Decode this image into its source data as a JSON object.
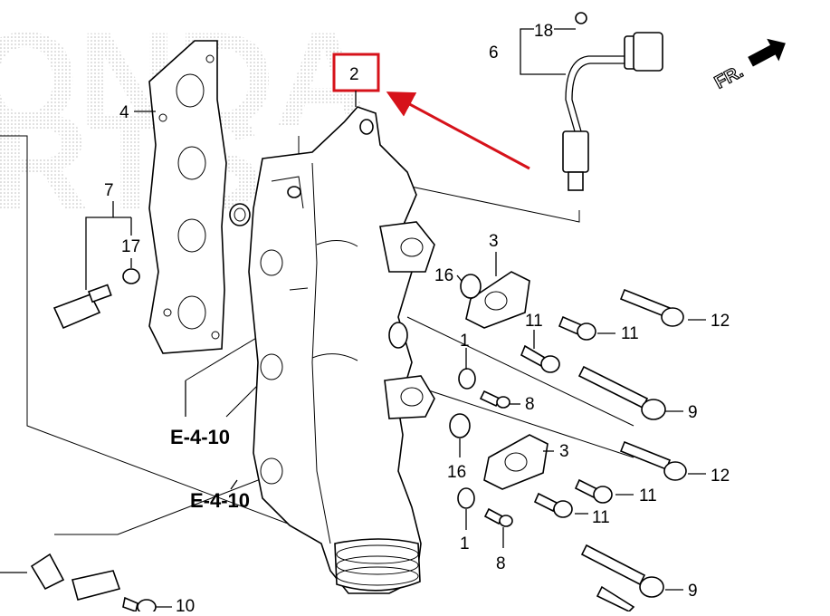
{
  "watermark": {
    "line1": "ONDA",
    "line2": "RTS"
  },
  "highlight_color": "#d6121a",
  "highlighted_part": "2",
  "direction_label": "FR.",
  "references": [
    "E-4-10",
    "E-4-10"
  ],
  "callouts": {
    "p18": "18",
    "p6": "6",
    "p4": "4",
    "p7": "7",
    "p17": "17",
    "p3a": "3",
    "p16a": "16",
    "p11a": "11",
    "p11b": "11",
    "p12a": "12",
    "p1a": "1",
    "p8a": "8",
    "p9a": "9",
    "p3b": "3",
    "p16b": "16",
    "p11c": "11",
    "p11d": "11",
    "p12b": "12",
    "p1b": "1",
    "p8b": "8",
    "p9b": "9",
    "p10": "10"
  }
}
